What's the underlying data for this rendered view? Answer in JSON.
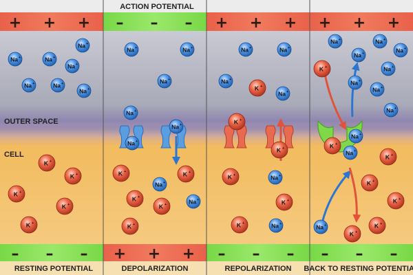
{
  "header": {
    "title": "ACTION POTENTIAL"
  },
  "regions": {
    "outer": "OUTER SPACE",
    "cell": "CELL"
  },
  "stages": [
    {
      "label": "RESTING POTENTIAL",
      "top_sign": "+",
      "bottom_sign": "–",
      "top_color": "#e8654a",
      "bottom_color": "#7fdc4d"
    },
    {
      "label": "DEPOLARIZATION",
      "top_sign": "–",
      "bottom_sign": "+",
      "top_color": "#7fdc4d",
      "bottom_color": "#e8654a"
    },
    {
      "label": "REPOLARIZATION",
      "top_sign": "+",
      "bottom_sign": "–",
      "top_color": "#e8654a",
      "bottom_color": "#7fdc4d"
    },
    {
      "label": "BACK TO RESTING POTENTIAL",
      "top_sign": "+",
      "bottom_sign": "–",
      "top_color": "#e8654a",
      "bottom_color": "#7fdc4d"
    }
  ],
  "ions": {
    "na": {
      "symbol": "Na",
      "charge": "+",
      "color": "#3b7fd4"
    },
    "k": {
      "symbol": "K",
      "charge": "+",
      "color": "#e0533a"
    }
  },
  "colors": {
    "outer_space": "#a8aab8",
    "membrane": "#9a8ab0",
    "cell": "#f3bc5f",
    "channel_na": "#5a9ee0",
    "channel_k": "#e86a50",
    "pump": "#78d040"
  }
}
